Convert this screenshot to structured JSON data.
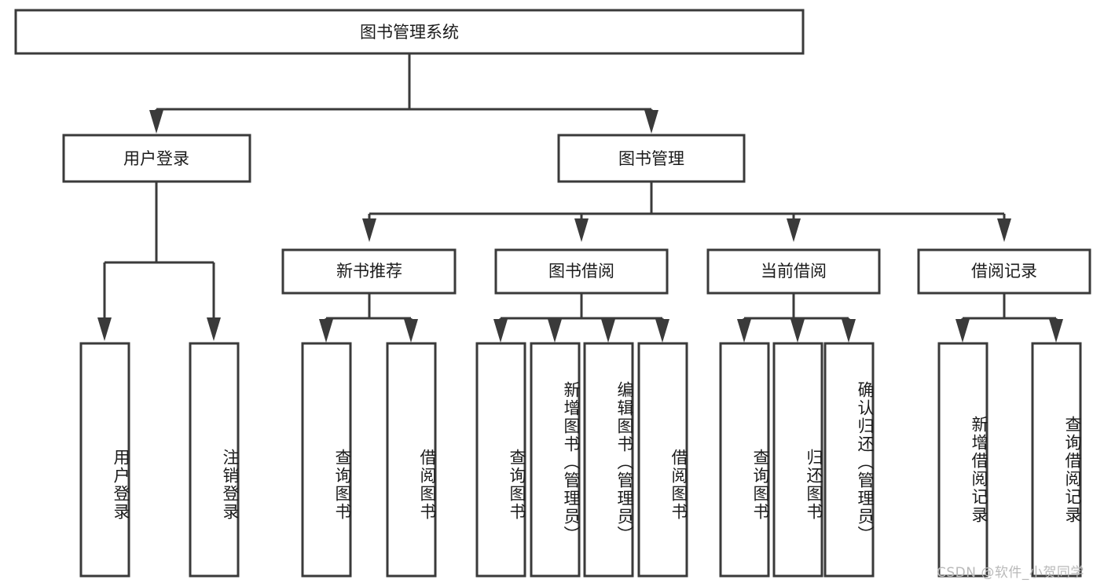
{
  "diagram": {
    "type": "tree-hierarchy",
    "title": "图书管理系统",
    "root": {
      "label": "图书管理系统",
      "orientation": "horizontal"
    },
    "level2": [
      {
        "id": "user-login",
        "label": "用户登录",
        "orientation": "horizontal"
      },
      {
        "id": "book-management",
        "label": "图书管理",
        "orientation": "horizontal"
      }
    ],
    "level3": [
      {
        "id": "new-book-recommend",
        "label": "新书推荐",
        "orientation": "horizontal",
        "parent": "book-management"
      },
      {
        "id": "book-borrow",
        "label": "图书借阅",
        "orientation": "horizontal",
        "parent": "book-management"
      },
      {
        "id": "current-borrow",
        "label": "当前借阅",
        "orientation": "horizontal",
        "parent": "book-management"
      },
      {
        "id": "borrow-record",
        "label": "借阅记录",
        "orientation": "horizontal",
        "parent": "book-management"
      }
    ],
    "leaves": [
      {
        "id": "leaf-user-login",
        "label": "用户登录",
        "parent": "user-login",
        "orientation": "vertical"
      },
      {
        "id": "leaf-logout",
        "label": "注销登录",
        "parent": "user-login",
        "orientation": "vertical"
      },
      {
        "id": "leaf-query-book-1",
        "label": "查询图书",
        "parent": "new-book-recommend",
        "orientation": "vertical"
      },
      {
        "id": "leaf-borrow-book-1",
        "label": "借阅图书",
        "parent": "new-book-recommend",
        "orientation": "vertical"
      },
      {
        "id": "leaf-query-book-2",
        "label": "查询图书",
        "parent": "book-borrow",
        "orientation": "vertical"
      },
      {
        "id": "leaf-add-book",
        "label": "新增图书（管理员）",
        "parent": "book-borrow",
        "orientation": "vertical"
      },
      {
        "id": "leaf-edit-book",
        "label": "编辑图书（管理员）",
        "parent": "book-borrow",
        "orientation": "vertical"
      },
      {
        "id": "leaf-borrow-book-2",
        "label": "借阅图书",
        "parent": "book-borrow",
        "orientation": "vertical"
      },
      {
        "id": "leaf-query-book-3",
        "label": "查询图书",
        "parent": "current-borrow",
        "orientation": "vertical"
      },
      {
        "id": "leaf-return-book",
        "label": "归还图书",
        "parent": "current-borrow",
        "orientation": "vertical"
      },
      {
        "id": "leaf-confirm-return",
        "label": "确认归还（管理员）",
        "parent": "current-borrow",
        "orientation": "vertical"
      },
      {
        "id": "leaf-add-record",
        "label": "新增借阅记录",
        "parent": "borrow-record",
        "orientation": "vertical"
      },
      {
        "id": "leaf-query-record",
        "label": "查询借阅记录",
        "parent": "borrow-record",
        "orientation": "vertical"
      }
    ],
    "colors": {
      "stroke": "#3a3a3a",
      "fill": "#ffffff",
      "text": "#1b1b1b",
      "background": "#ffffff",
      "watermark": "#b9b9b9"
    }
  },
  "watermark": {
    "text": "CSDN @软件_小贺同学"
  }
}
